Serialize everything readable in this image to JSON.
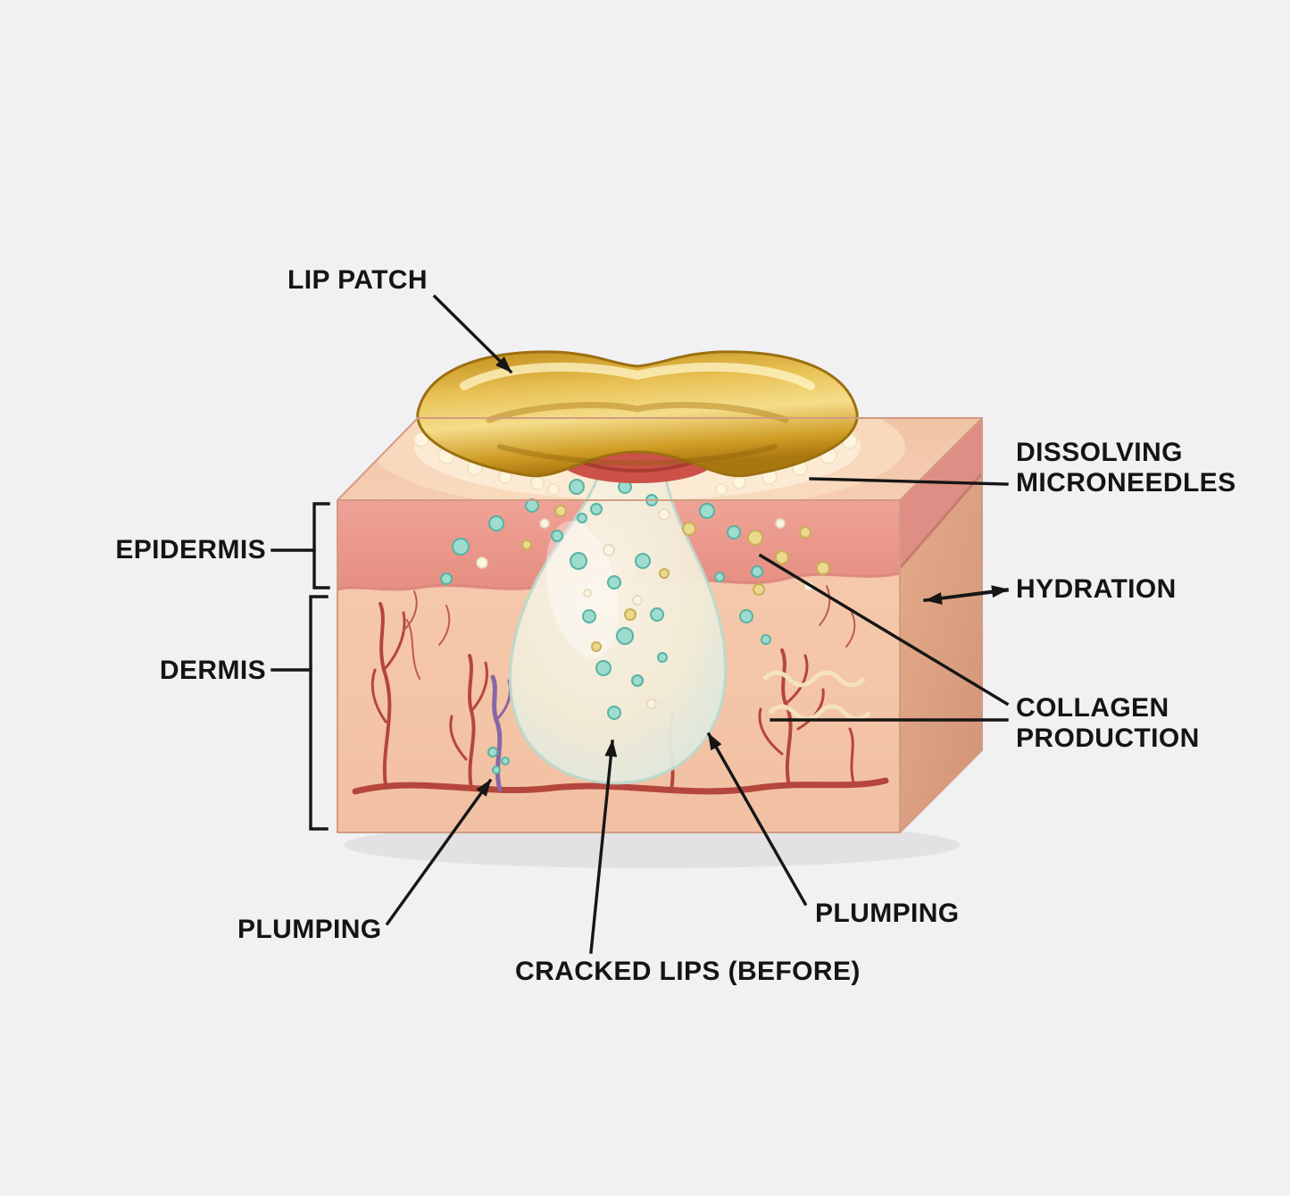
{
  "page": {
    "background": "#f1f0f3"
  },
  "diagram": {
    "name": "Lip patch with dissolving microneedles — skin cross-section",
    "labels": {
      "lip_patch": "LIP PATCH",
      "dissolving_microneedles": "DISSOLVING\nMICRONEEDLES",
      "epidermis": "EPIDERMIS",
      "hydration": "HYDRATION",
      "dermis": "DERMIS",
      "collagen_production": "COLLAGEN\nPRODUCTION",
      "plumping_left": "PLUMPING",
      "plumping_right": "PLUMPING",
      "cracked_lips_before": "CRACKED LIPS (BEFORE)"
    },
    "colors": {
      "patch_gold": "#d9a62e",
      "epidermis_pink": "#ec9d92",
      "dermis_peach": "#f5c7ab",
      "bulb_cream": "#f5eeda",
      "particle_teal": "#8fd2c4",
      "particle_yellow": "#ead98e",
      "vessel_red": "#b5463c",
      "label_text": "#141414"
    }
  }
}
